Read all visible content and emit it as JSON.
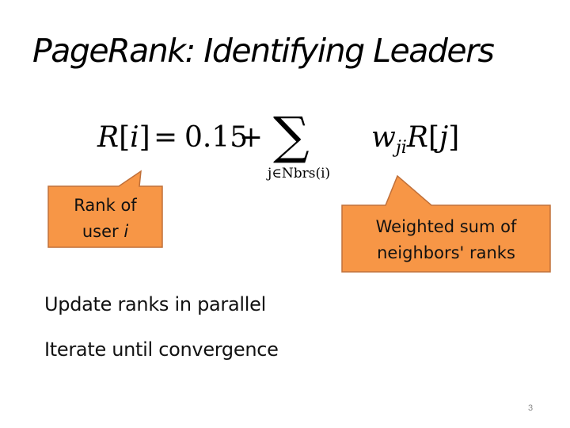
{
  "slide": {
    "title": "PageRank: Identifying Leaders",
    "formula": {
      "lhs_symbol": "R",
      "lhs_open": "[",
      "lhs_index": "i",
      "lhs_close": "]",
      "equals": "=",
      "constant": "0.15",
      "plus": "+",
      "sum_symbol": "∑",
      "sum_index": "j∈Nbrs(i)",
      "weight": "w",
      "weight_subscript": "ji",
      "rank_symbol": "R",
      "rank_open": "[",
      "rank_index": "j",
      "rank_close": "]"
    },
    "callouts": [
      {
        "line1": "Rank of",
        "line2_text": "user ",
        "line2_italic": "i"
      },
      {
        "line1": "Weighted sum of",
        "line2": "neighbors' ranks"
      }
    ],
    "bullets": [
      "Update ranks in parallel",
      "Iterate until convergence"
    ],
    "page_number": "3",
    "colors": {
      "callout_fill": "#F79646",
      "callout_stroke": "#C0703A"
    }
  }
}
